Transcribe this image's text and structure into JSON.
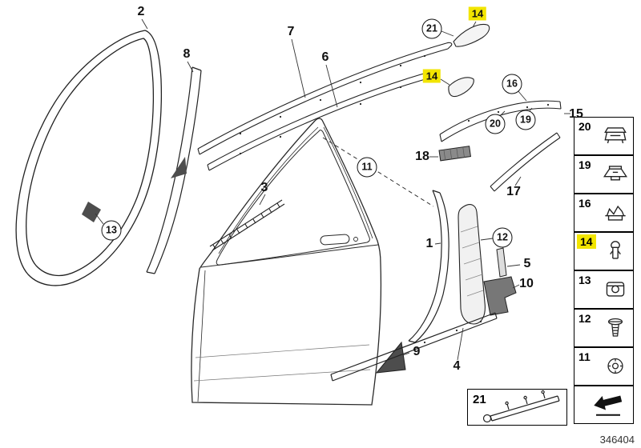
{
  "diagram": {
    "callouts": [
      {
        "id": "2",
        "text": "2",
        "style": "plain"
      },
      {
        "id": "8",
        "text": "8",
        "style": "plain"
      },
      {
        "id": "7",
        "text": "7",
        "style": "plain"
      },
      {
        "id": "6",
        "text": "6",
        "style": "plain"
      },
      {
        "id": "21-top",
        "text": "21",
        "style": "circled"
      },
      {
        "id": "14-top",
        "text": "14",
        "style": "highlight"
      },
      {
        "id": "14-mid",
        "text": "14",
        "style": "highlight"
      },
      {
        "id": "16",
        "text": "16",
        "style": "circled"
      },
      {
        "id": "20",
        "text": "20",
        "style": "circled"
      },
      {
        "id": "19",
        "text": "19",
        "style": "circled"
      },
      {
        "id": "15",
        "text": "15",
        "style": "plain"
      },
      {
        "id": "18",
        "text": "18",
        "style": "plain"
      },
      {
        "id": "11",
        "text": "11",
        "style": "circled"
      },
      {
        "id": "3",
        "text": "3",
        "style": "plain"
      },
      {
        "id": "13",
        "text": "13",
        "style": "circled"
      },
      {
        "id": "17",
        "text": "17",
        "style": "plain"
      },
      {
        "id": "12",
        "text": "12",
        "style": "circled"
      },
      {
        "id": "1",
        "text": "1",
        "style": "plain"
      },
      {
        "id": "5",
        "text": "5",
        "style": "plain"
      },
      {
        "id": "10",
        "text": "10",
        "style": "plain"
      },
      {
        "id": "9",
        "text": "9",
        "style": "plain"
      },
      {
        "id": "4",
        "text": "4",
        "style": "plain"
      }
    ]
  },
  "legend_box": {
    "callout": "21"
  },
  "sidebar": {
    "highlight_color": "#f2e500",
    "items": [
      {
        "text": "20",
        "icon": "clamp-icon",
        "highlight": false
      },
      {
        "text": "19",
        "icon": "clip-icon",
        "highlight": false
      },
      {
        "text": "16",
        "icon": "spring-clip-icon",
        "highlight": false
      },
      {
        "text": "14",
        "icon": "expanding-rivet-icon",
        "highlight": true
      },
      {
        "text": "13",
        "icon": "nut-clip-icon",
        "highlight": false
      },
      {
        "text": "12",
        "icon": "screw-icon",
        "highlight": false
      },
      {
        "text": "11",
        "icon": "grommet-icon",
        "highlight": false
      },
      {
        "text": "",
        "icon": "direction-arrow-icon",
        "highlight": false
      }
    ]
  },
  "footer": {
    "drawing_number": "346404"
  }
}
